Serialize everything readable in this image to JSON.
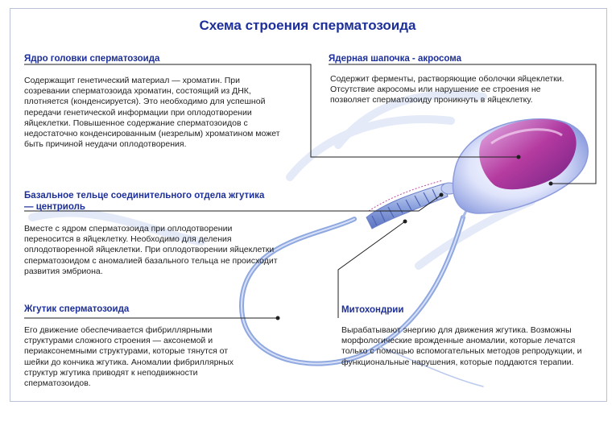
{
  "title": "Схема строения сперматозоида",
  "sections": {
    "nucleus": {
      "heading": "Ядро головки сперматозоида",
      "text": "Содержащит генетический материал — хроматин. При созревании сперматозоида хроматин, состоящий из ДНК, плотняется (конденсируется). Это необходимо для успешной передачи генетической информации при оплодотворении яйцеклетки. Повышенное содержание сперматозоидов с недостаточно конденсированным (незрелым) хроматином может быть причиной неудачи оплодотворения."
    },
    "acrosome": {
      "heading": "Ядерная шапочка - акросома",
      "text": "Содержит ферменты, растворяющие оболочки яйцеклетки. Отсутствие акросомы или нарушение ее строения не позволяет сперматозоиду проникнуть в яйцеклетку."
    },
    "centriole": {
      "heading": "Базальное тельце соединительного отдела жгутика — центриоль",
      "text": "Вместе с ядром сперматозоида при оплодотворении переносится в яйцеклетку. Необходимо для деления оплодотворенной яйцеклетки. При оплодотворении яйцеклетки сперматозоидом с аномалией базального тельца не происходит развития эмбриона."
    },
    "flagellum": {
      "heading": "Жгутик сперматозоида",
      "text": "Его движение обеспечивается фибриллярными структурами сложного строения — аксонемой и периаксонемными структурами, которые тянутся от шейки до кончика жгутика. Аномалии фибриллярных структур жгутика приводят к неподвижности сперматозоидов."
    },
    "mitochondria": {
      "heading": "Митохондрии",
      "text": "Вырабатывают энергию для движения жгутика. Возможны морфологические врожденные аномалии, которые лечатся только с помощью вспомогательных методов репродукции, и функциональные нарушения, которые поддаются терапии."
    }
  },
  "colors": {
    "heading": "#1d2f9a",
    "frame": "#b9c3d6",
    "tail": "#8fa8e0",
    "head_outer": "#c9d2f2",
    "acrosome": "#b42a9c"
  }
}
